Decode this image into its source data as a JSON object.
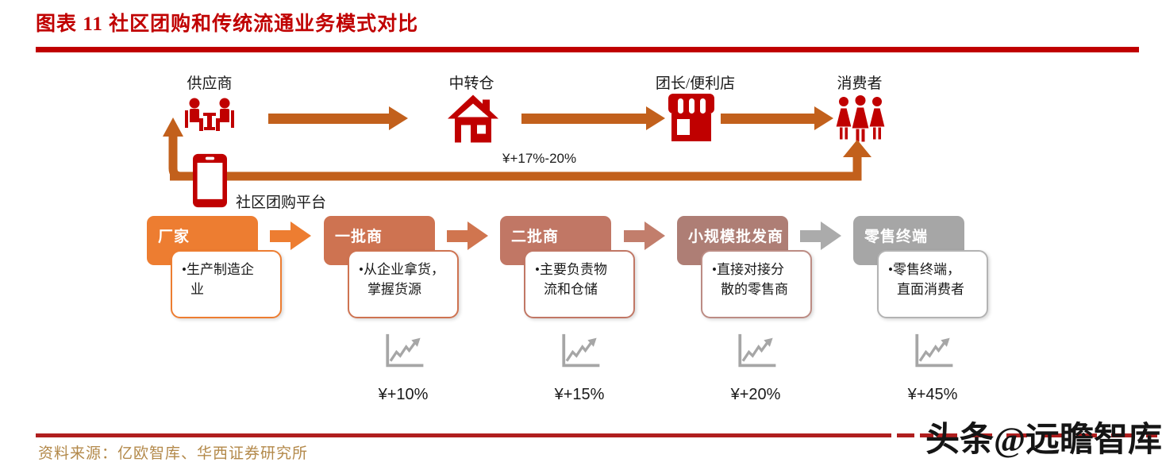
{
  "title": "图表 11  社区团购和传统流通业务模式对比",
  "top_flow": {
    "nodes": [
      {
        "label": "供应商",
        "icon": "meeting-icon"
      },
      {
        "label": "中转仓",
        "icon": "warehouse-icon"
      },
      {
        "label": "团长/便利店",
        "icon": "storefront-icon"
      },
      {
        "label": "消费者",
        "icon": "consumers-icon"
      }
    ],
    "platform_label": "社区团购平台",
    "platform_icon": "smartphone-icon",
    "platform_margin": "¥+17%-20%"
  },
  "bottom_flow": {
    "stages": [
      {
        "label": "厂家",
        "desc": "•生产制造企\n业",
        "color": "#ED7D31"
      },
      {
        "label": "一批商",
        "desc": "•从企业拿货，\n掌握货源",
        "color": "#CE7351",
        "margin": "¥+10%"
      },
      {
        "label": "二批商",
        "desc": "•主要负责物\n流和仓储",
        "color": "#C17765",
        "margin": "¥+15%"
      },
      {
        "label": "小规模批发商",
        "desc": "•直接对接分\n散的零售商",
        "color": "#AE7E75",
        "margin": "¥+20%"
      },
      {
        "label": "零售终端",
        "desc": "•零售终端，\n直面消费者",
        "color": "#A6A6A6",
        "margin": "¥+45%"
      }
    ]
  },
  "source": "资料来源：亿欧智库、华西证券研究所",
  "watermark": "头条@远瞻智库",
  "colors": {
    "title_red": "#C00000",
    "icon_red": "#C00000",
    "flow_arrow_orange": "#C2601C",
    "stage_colors": [
      "#ED7D31",
      "#CE7351",
      "#C17765",
      "#AE7E75",
      "#A6A6A6"
    ],
    "chart_icon_gray": "#A6A6A6",
    "footer_rule_red": "#B01E1E",
    "source_text_gold": "#B3894A",
    "watermark_black": "#151515"
  }
}
